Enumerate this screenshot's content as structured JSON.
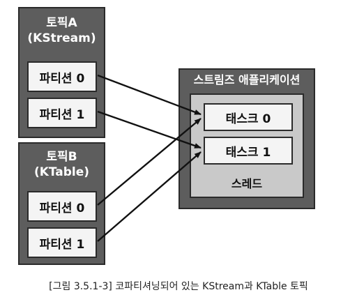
{
  "topic_a": {
    "title_line1": "토픽A",
    "title_line2": "(KStream)",
    "partitions": [
      "파티션 0",
      "파티션 1"
    ]
  },
  "topic_b": {
    "title_line1": "토픽B",
    "title_line2": "(KTable)",
    "partitions": [
      "파티션 0",
      "파티션 1"
    ]
  },
  "app": {
    "title": "스트림즈 애플리케이션",
    "tasks": [
      "태스크 0",
      "태스크 1"
    ],
    "thread_label": "스레드"
  },
  "caption": "[그림 3.5.1-3] 코파티셔닝되어 있는 KStream과 KTable 토픽",
  "colors": {
    "box_dark": "#5d5d5d",
    "box_light": "#f4f4f4",
    "thread_fill": "#c9c9c9",
    "border": "#2a2a2a"
  }
}
